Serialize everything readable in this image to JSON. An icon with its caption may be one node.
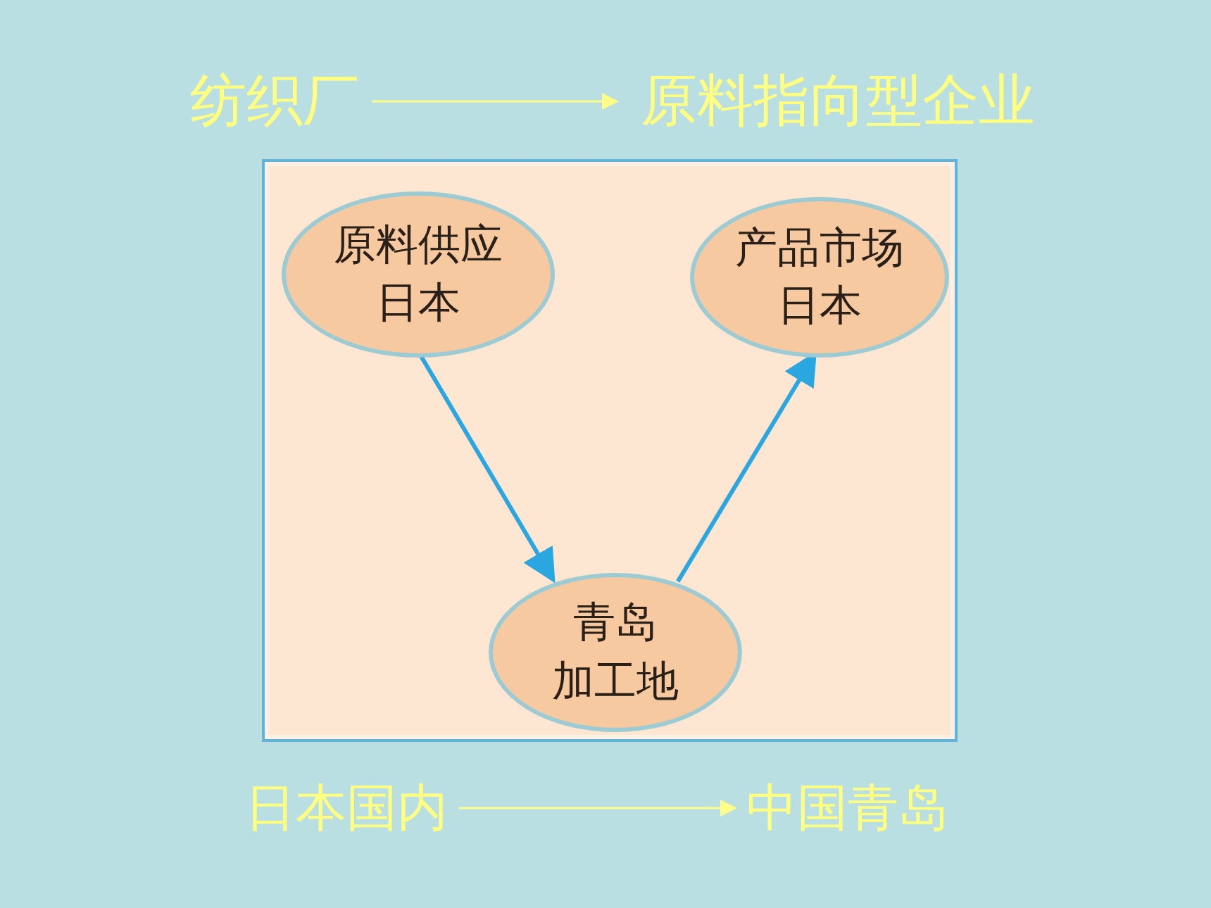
{
  "diagram": {
    "nodes": [
      {
        "text": [
          "纺织厂"
        ]
      },
      {
        "text": [
          "原料指向型企业"
        ]
      },
      {
        "text": [],
        "shape": "box"
      },
      {
        "text": [
          "原料供应",
          "日本"
        ],
        "in": 2
      },
      {
        "text": [
          "产品市场",
          "日本"
        ],
        "in": 2
      },
      {
        "text": [
          "青岛",
          "加工地"
        ],
        "in": 2
      },
      {
        "text": [
          "日本国内"
        ]
      },
      {
        "text": [
          "中国青岛"
        ]
      }
    ],
    "edges": [
      {
        "from": 0,
        "to": 1,
        "arrow": "to",
        "color": "#ffff88"
      },
      {
        "from": 3,
        "to": 5,
        "arrow": "to",
        "style": "thick",
        "color": "#2aa6e0"
      },
      {
        "from": 5,
        "to": 4,
        "arrow": "to",
        "style": "thick",
        "color": "#2aa6e0"
      },
      {
        "from": 6,
        "to": 7,
        "arrow": "to",
        "color": "#ffff88"
      }
    ]
  }
}
